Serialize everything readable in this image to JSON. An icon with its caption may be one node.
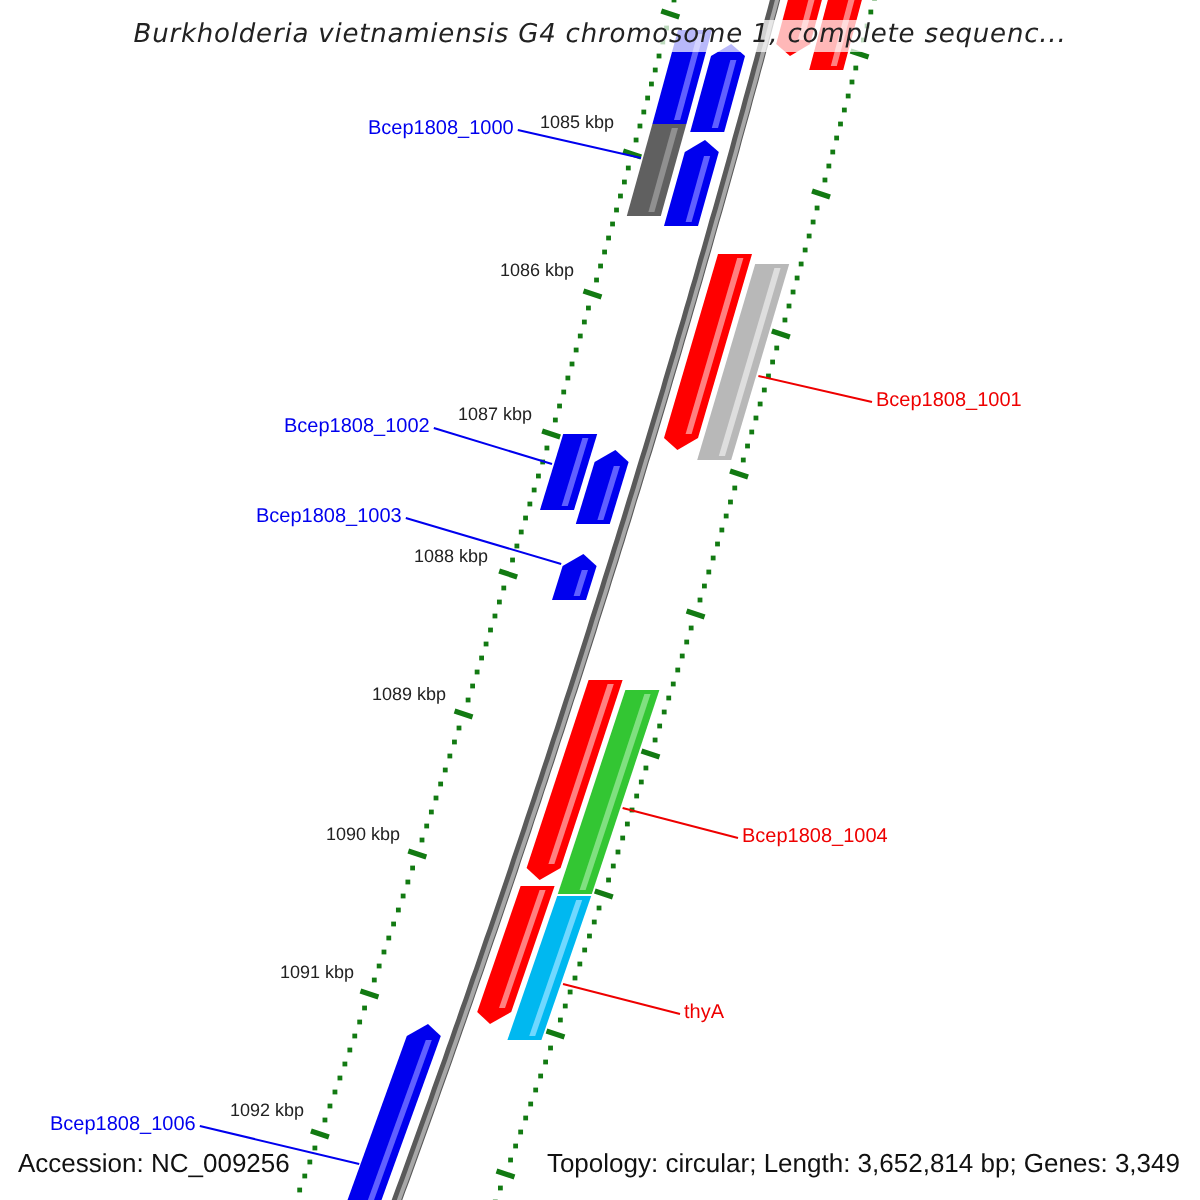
{
  "diagram": {
    "title": "Burkholderia vietnamiensis G4 chromosome 1, complete sequenc...",
    "nodes": [
      {
        "text": [
          "Bcep1808_1000"
        ]
      },
      {
        "text": [
          "Bcep1808_1001"
        ]
      },
      {
        "text": [
          "Bcep1808_1002"
        ]
      },
      {
        "text": [
          "Bcep1808_1003"
        ]
      },
      {
        "text": [
          "Bcep1808_1004"
        ]
      },
      {
        "text": [
          "thyA"
        ]
      },
      {
        "text": [
          "Bcep1808_1006"
        ]
      },
      {
        "text": [],
        "shape": "bar"
      },
      {
        "text": [],
        "shape": "bar"
      },
      {
        "text": [],
        "shape": "bar"
      },
      {
        "text": [],
        "shape": "bar"
      },
      {
        "text": [],
        "shape": "bar"
      },
      {
        "text": [],
        "shape": "bar"
      },
      {
        "text": [],
        "shape": "bar"
      },
      {
        "text": [],
        "shape": "bar"
      },
      {
        "text": [],
        "shape": "bar"
      },
      {
        "text": [],
        "shape": "bar"
      },
      {
        "text": [],
        "shape": "bar"
      },
      {
        "text": [],
        "shape": "bar"
      },
      {
        "text": [],
        "shape": "bar"
      },
      {
        "text": [],
        "shape": "bar"
      },
      {
        "text": [],
        "shape": "bar"
      },
      {
        "text": [],
        "shape": "bar"
      }
    ],
    "edges": [
      {
        "from": 0,
        "to": 11,
        "arrow": "none"
      },
      {
        "from": 1,
        "to": 14,
        "arrow": "none",
        "color": "#ee0000"
      },
      {
        "from": 2,
        "to": 15,
        "arrow": "none"
      },
      {
        "from": 3,
        "to": 17,
        "arrow": "none"
      },
      {
        "from": 4,
        "to": 19,
        "arrow": "none",
        "color": "#ee0000"
      },
      {
        "from": 5,
        "to": 21,
        "arrow": "none",
        "color": "#ee0000"
      },
      {
        "from": 6,
        "to": 22,
        "arrow": "none"
      }
    ],
    "labels": [
      "1085 kbp",
      "1086 kbp",
      "1087 kbp",
      "1088 kbp",
      "1089 kbp",
      "1090 kbp",
      "1091 kbp",
      "1092 kbp",
      "Accession: NC_009256",
      "Topology: circular; Length: 3,652,814 bp; Genes: 3,349"
    ]
  }
}
